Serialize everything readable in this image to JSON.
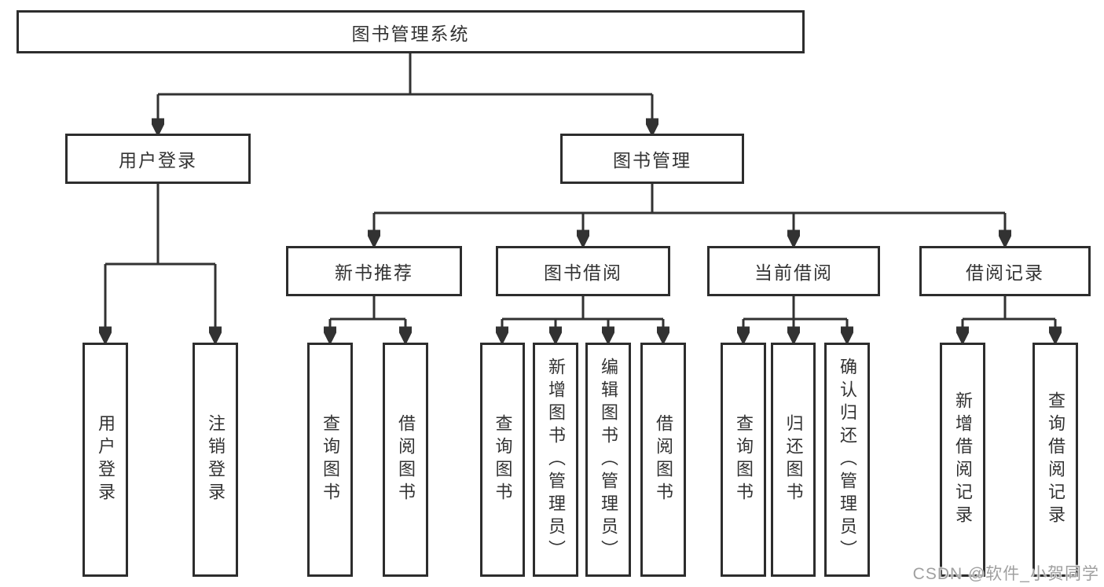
{
  "nodes": {
    "root": "图书管理系统",
    "user_login": "用户登录",
    "book_management": "图书管理",
    "new_book_recommendation": "新书推荐",
    "book_borrowing": "图书借阅",
    "current_borrowing": "当前借阅",
    "borrowing_records": "借阅记录",
    "leaf_user_login": "用户登录",
    "leaf_logout": "注销登录",
    "leaf_query_books_recommend": "查询图书",
    "leaf_borrow_books_recommend": "借阅图书",
    "leaf_query_books_borrowing": "查询图书",
    "leaf_add_books_admin": "新增图书（管理员）",
    "leaf_edit_books_admin": "编辑图书（管理员）",
    "leaf_borrow_books_borrowing": "借阅图书",
    "leaf_query_books_current": "查询图书",
    "leaf_return_books": "归还图书",
    "leaf_confirm_return_admin": "确认归还（管理员）",
    "leaf_add_borrow_record": "新增借阅记录",
    "leaf_query_borrow_record": "查询借阅记录"
  },
  "structure": [
    {
      "parent": "图书管理系统",
      "children": [
        "用户登录",
        "图书管理"
      ]
    },
    {
      "parent": "用户登录",
      "children": [
        "用户登录",
        "注销登录"
      ]
    },
    {
      "parent": "图书管理",
      "children": [
        "新书推荐",
        "图书借阅",
        "当前借阅",
        "借阅记录"
      ]
    },
    {
      "parent": "新书推荐",
      "children": [
        "查询图书",
        "借阅图书"
      ]
    },
    {
      "parent": "图书借阅",
      "children": [
        "查询图书",
        "新增图书（管理员）",
        "编辑图书（管理员）",
        "借阅图书"
      ]
    },
    {
      "parent": "当前借阅",
      "children": [
        "查询图书",
        "归还图书",
        "确认归还（管理员）"
      ]
    },
    {
      "parent": "借阅记录",
      "children": [
        "新增借阅记录",
        "查询借阅记录"
      ]
    }
  ],
  "watermark": "CSDN @软件_小贺同学",
  "colors": {
    "line": "#323232",
    "border": "#2d2d2d",
    "text": "#333333",
    "watermark": "#a0a0a0",
    "bg": "#ffffff"
  }
}
